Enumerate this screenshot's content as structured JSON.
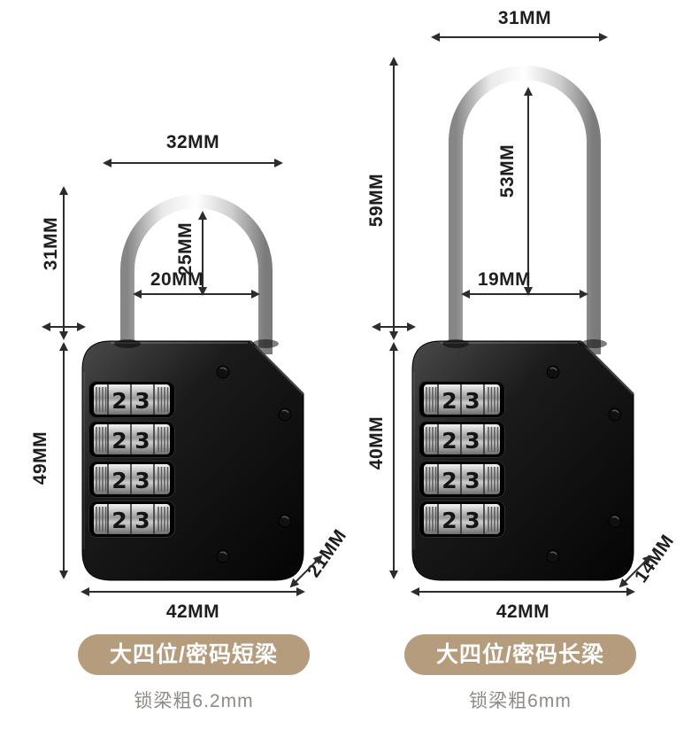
{
  "page": {
    "background": "#ffffff"
  },
  "locks": [
    {
      "name": "short-shackle-padlock",
      "dims": {
        "top_width": "32MM",
        "shackle_height": "31MM",
        "inner_height": "25MM",
        "inner_width": "20MM",
        "body_height": "49MM",
        "body_width": "42MM",
        "depth": "21MM"
      },
      "dial_digits": [
        "2",
        "3"
      ],
      "badge": {
        "title": "大四位/密码短梁",
        "subtitle": "锁梁粗6.2mm"
      }
    },
    {
      "name": "long-shackle-padlock",
      "dims": {
        "top_width": "31MM",
        "shackle_height": "59MM",
        "inner_height": "53MM",
        "inner_width": "19MM",
        "body_height": "40MM",
        "body_width": "42MM",
        "depth": "14MM"
      },
      "dial_digits": [
        "2",
        "3"
      ],
      "badge": {
        "title": "大四位/密码长梁",
        "subtitle": "锁梁粗6mm"
      }
    }
  ],
  "colors": {
    "dimension_lines": "#2c2c2c",
    "badge_background": "#b59c7d",
    "badge_text": "#ffffff",
    "subtitle_text": "#8f8a85",
    "lock_body": "#0a0a0a",
    "shackle_chrome": "#d9d9d9"
  }
}
